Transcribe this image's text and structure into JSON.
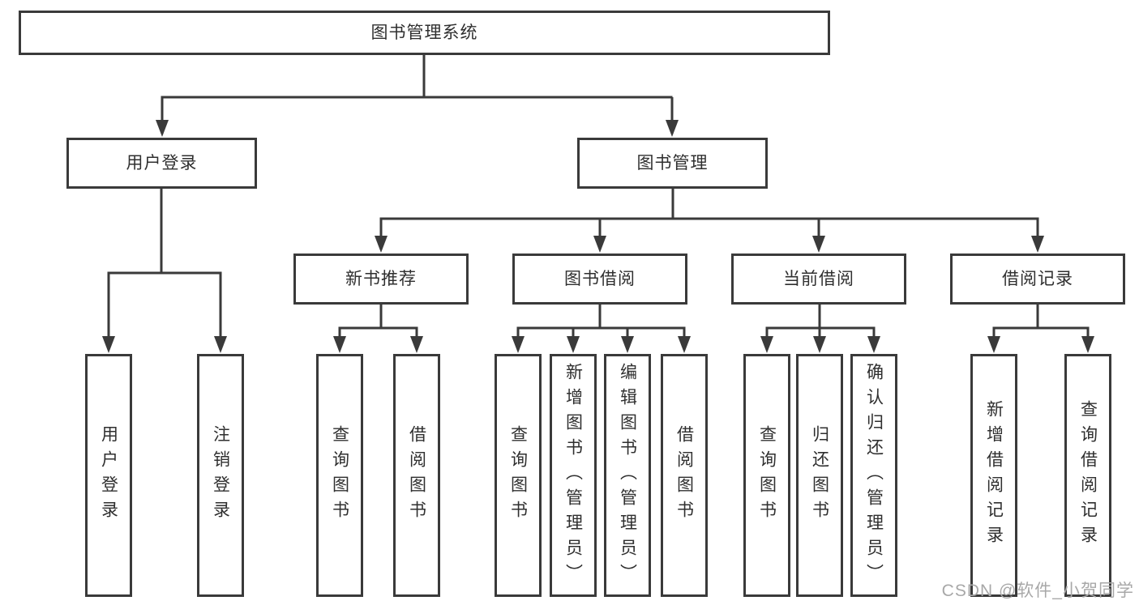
{
  "diagram": {
    "title": "图书管理系统",
    "type": "hierarchy-tree",
    "colors": {
      "line": "#3a3a3a",
      "box_border": "#3a3a3a",
      "box_fill": "#ffffff",
      "text": "#2f2f2f",
      "watermark": "#a8a8a8",
      "background": "#ffffff"
    }
  },
  "tree": {
    "root": {
      "label": "图书管理系统"
    },
    "user_login": {
      "label": "用户登录",
      "children": {
        "login": {
          "label": "用户登录"
        },
        "logout": {
          "label": "注销登录"
        }
      }
    },
    "book_management": {
      "label": "图书管理",
      "children": {
        "new_book_recommend": {
          "label": "新书推荐",
          "children": {
            "query_books": {
              "label": "查询图书"
            },
            "borrow_books": {
              "label": "借阅图书"
            }
          }
        },
        "book_borrowing": {
          "label": "图书借阅",
          "children": {
            "query_books": {
              "label": "查询图书"
            },
            "add_books": {
              "label": "新增图书（管理员）"
            },
            "edit_books": {
              "label": "编辑图书（管理员）"
            },
            "borrow_books": {
              "label": "借阅图书"
            }
          }
        },
        "current_borrowing": {
          "label": "当前借阅",
          "children": {
            "query_books": {
              "label": "查询图书"
            },
            "return_books": {
              "label": "归还图书"
            },
            "confirm_return": {
              "label": "确认归还（管理员）"
            }
          }
        },
        "borrowing_records": {
          "label": "借阅记录",
          "children": {
            "add_record": {
              "label": "新增借阅记录"
            },
            "query_record": {
              "label": "查询借阅记录"
            }
          }
        }
      }
    }
  },
  "watermark": {
    "text": "CSDN @软件_小贺同学"
  }
}
